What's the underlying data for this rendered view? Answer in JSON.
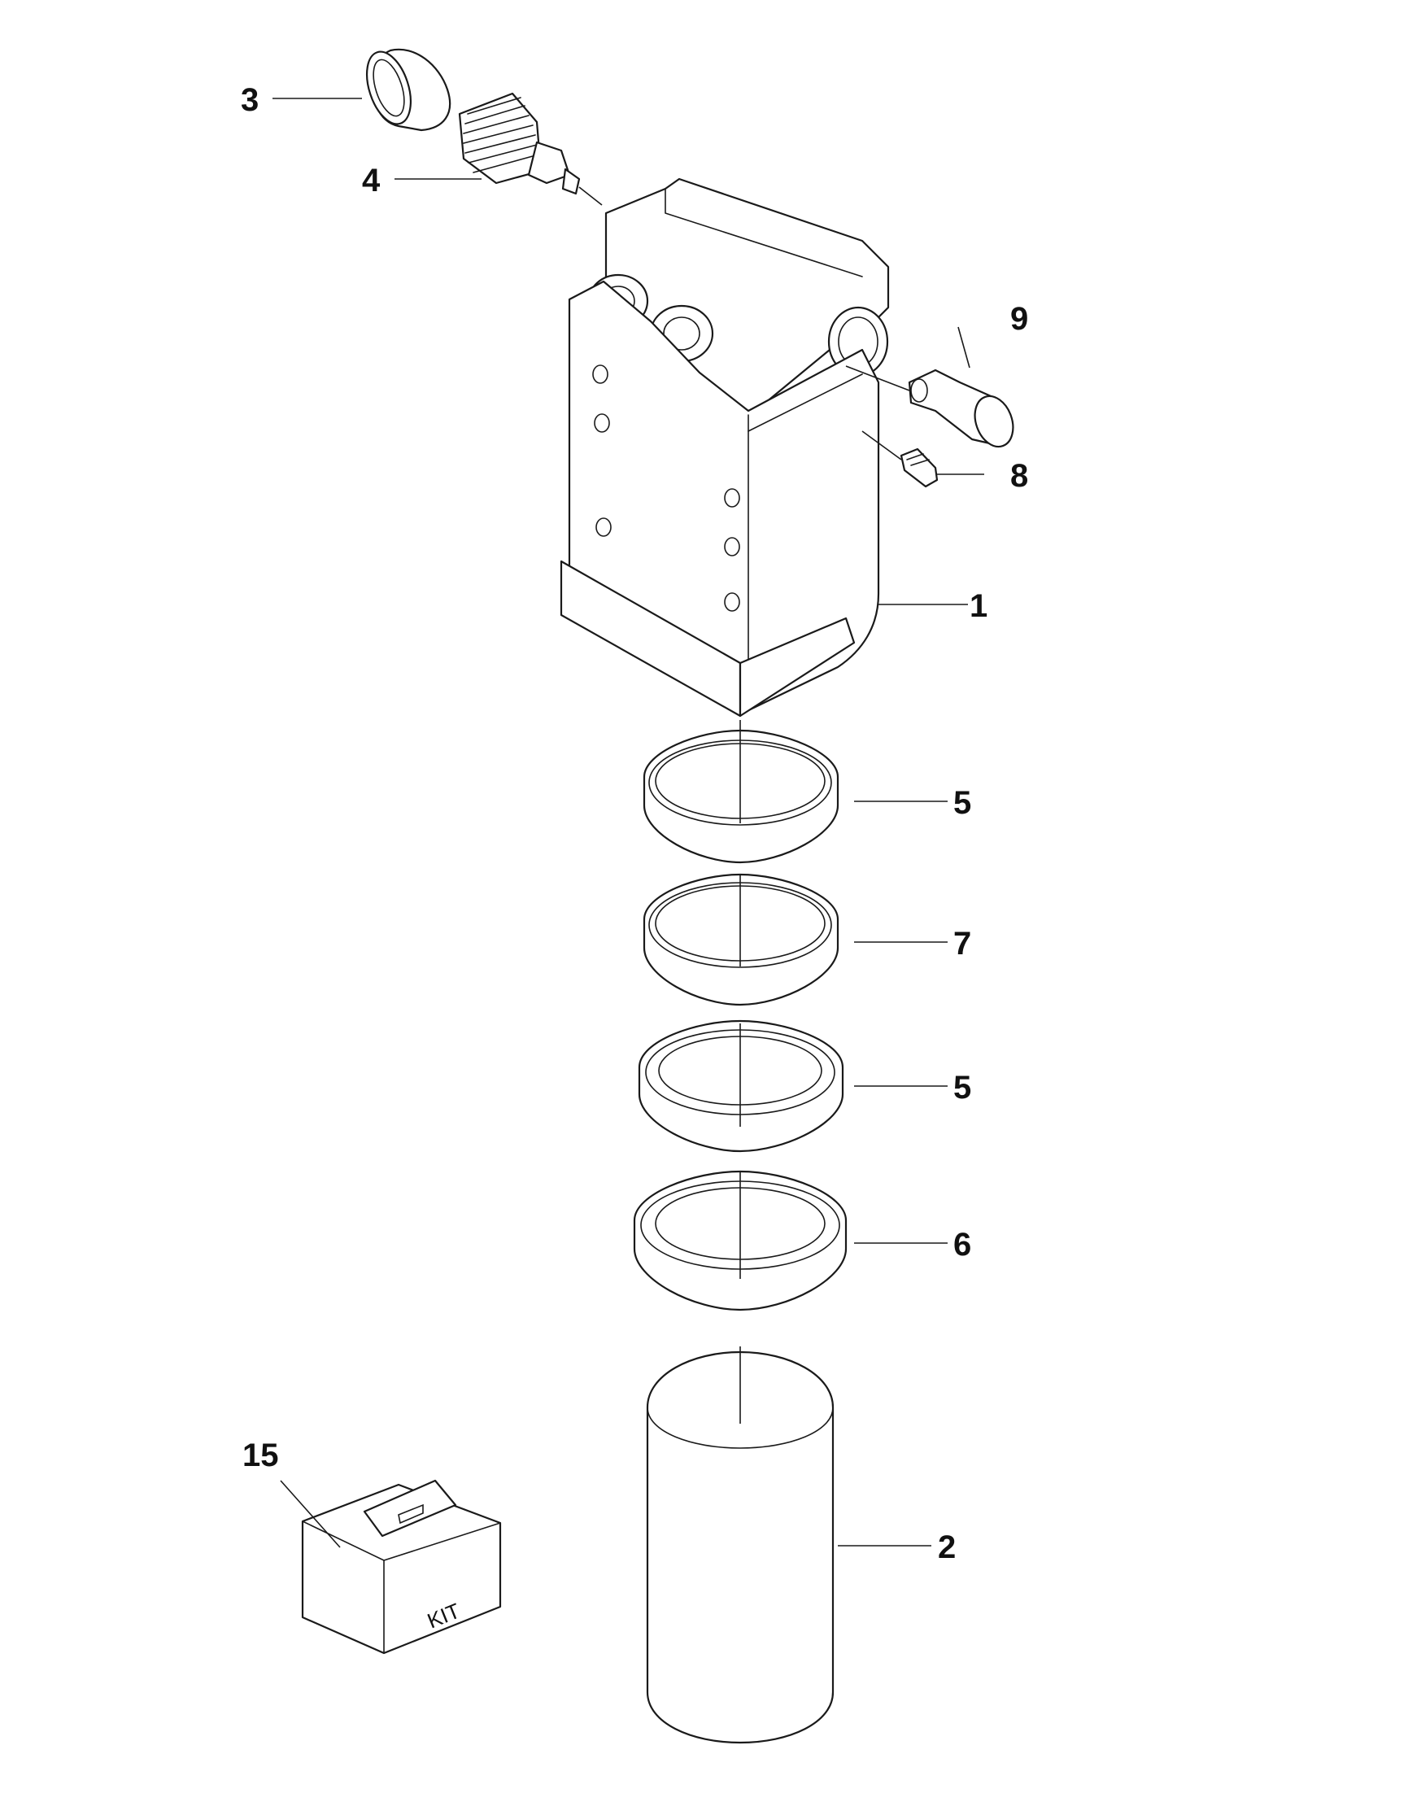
{
  "callouts": {
    "c1": "1",
    "c2": "2",
    "c3": "3",
    "c4": "4",
    "c5a": "5",
    "c5b": "5",
    "c6": "6",
    "c7": "7",
    "c8": "8",
    "c9": "9",
    "c15": "15"
  },
  "kit_label": "KIT"
}
